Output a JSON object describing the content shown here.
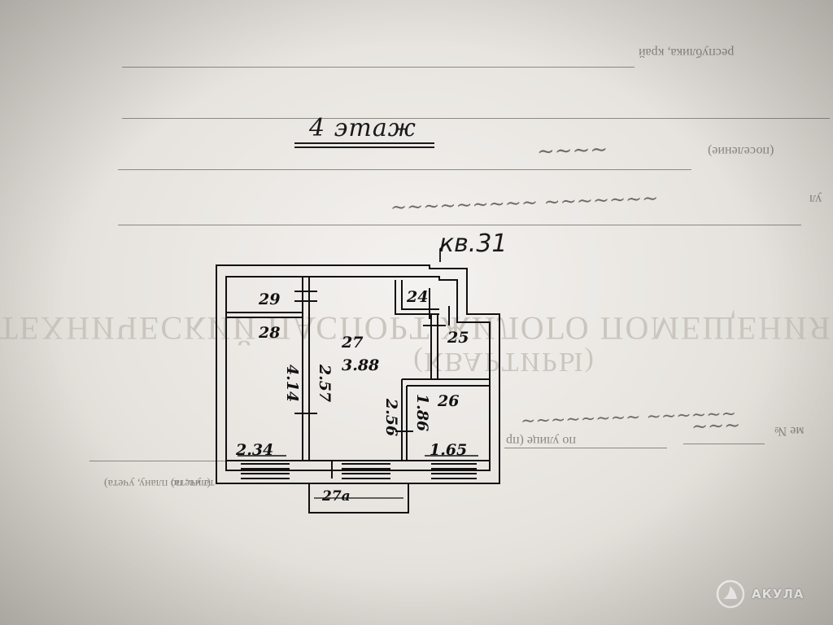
{
  "document": {
    "floor_title": "4 этаж",
    "apartment_label": "кв.31",
    "header_field_region": "республика, край",
    "header_field_settlement": "(поселение)",
    "header_field_suffix": "ул",
    "big_heading_line1": "ТЕХНИЧЕСКИЙ ПАСПОРТ ЖИЛОГО ПОМЕЩЕНИЯ",
    "big_heading_line2": "(КВАРТИРЫ)",
    "field_street": "по улице (пр",
    "field_house": "ме №",
    "field_account": "(лит., по плану, учета)",
    "field_account2": "та учета)"
  },
  "plan_labels": {
    "r29": "29",
    "r28": "28",
    "r27": "27",
    "r24": "24",
    "r25": "25",
    "r26": "26",
    "r27a": "27а",
    "d_388": "3.88",
    "d_234": "2.34",
    "d_165": "1.65",
    "d_414": "4.14",
    "d_257": "2.57",
    "d_256": "2.56",
    "d_186": "1.86"
  },
  "logo": {
    "text": "АКУЛА",
    "icon": "shark-fin-icon"
  },
  "colors": {
    "paper": "#e6e3de",
    "ink": "#111111",
    "faint_ink": "#8a857f"
  }
}
